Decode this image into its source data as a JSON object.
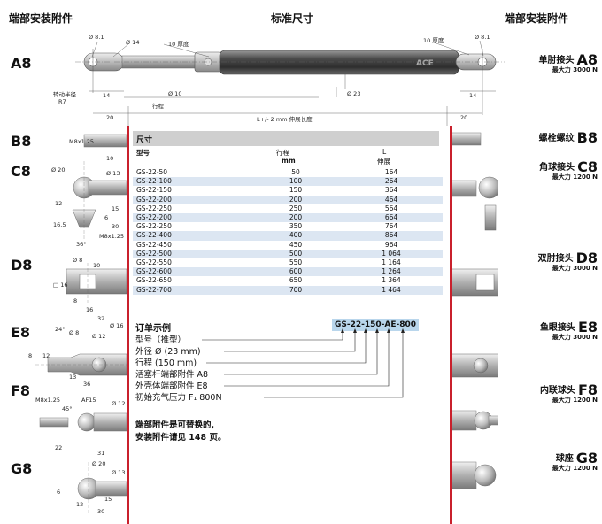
{
  "headers": {
    "left": "端部安装附件",
    "center": "标准尺寸",
    "right": "端部安装附件"
  },
  "left_codes": [
    "A8",
    "B8",
    "C8",
    "D8",
    "E8",
    "F8",
    "G8"
  ],
  "right_items": [
    {
      "name": "单肘接头",
      "code": "A8",
      "force": "最大力 3000 N"
    },
    {
      "name": "螺栓螺纹",
      "code": "B8",
      "force": ""
    },
    {
      "name": "角球接头",
      "code": "C8",
      "force": "最大力 1200 N"
    },
    {
      "name": "双肘接头",
      "code": "D8",
      "force": "最大力 3000 N"
    },
    {
      "name": "鱼眼接头",
      "code": "E8",
      "force": "最大力 3000 N"
    },
    {
      "name": "内联球头",
      "code": "F8",
      "force": "最大力 1200 N"
    },
    {
      "name": "球座",
      "code": "G8",
      "force": "最大力 1200 N"
    }
  ],
  "top_drawing": {
    "d_8_1_left": "Ø 8.1",
    "d_14": "Ø 14",
    "thick_left": "10 厚度",
    "thick_right": "10 厚度",
    "d_8_1_right": "Ø 8.1",
    "pivot": "转动半径",
    "r7": "R7",
    "dim_14_left": "14",
    "d_10": "Ø 10",
    "stroke": "行程",
    "d_23": "Ø 23",
    "dim_14_right": "14",
    "dim_20_left": "20",
    "length": "L+/- 2 mm 伸展长度",
    "dim_20_right": "20",
    "brand": "ACE"
  },
  "side_dims": {
    "b8": {
      "thread": "M8x1.25",
      "len": "10"
    },
    "c8": {
      "d20": "Ø 20",
      "d13": "Ø 13",
      "a": "12",
      "b": "15",
      "c": "16.5",
      "d": "30",
      "e": "36°",
      "f": "M8x1.25",
      "g": "6"
    },
    "d8": {
      "d8": "Ø 8",
      "sq": "□ 16",
      "a": "8",
      "b": "16",
      "c": "10",
      "d": "32"
    },
    "e8": {
      "ang": "24°",
      "d8": "Ø 8",
      "d12": "Ø 12",
      "d16": "Ø 16",
      "a": "8",
      "b": "12",
      "c": "13",
      "d": "36"
    },
    "f8": {
      "thread": "M8x1.25",
      "ang": "45°",
      "af": "AF15",
      "d12": "Ø 12",
      "a": "22",
      "b": "31"
    },
    "g8": {
      "d20": "Ø 20",
      "d13": "Ø 13",
      "a": "6",
      "b": "12",
      "c": "15",
      "d": "30"
    }
  },
  "table": {
    "title": "尺寸",
    "col_model": "型号",
    "col_stroke": "行程",
    "col_stroke_unit": "mm",
    "col_len": "L",
    "col_len_sub": "伸展",
    "rows": [
      [
        "GS-22-50",
        "50",
        "164"
      ],
      [
        "GS-22-100",
        "100",
        "264"
      ],
      [
        "GS-22-150",
        "150",
        "364"
      ],
      [
        "GS-22-200",
        "200",
        "464"
      ],
      [
        "GS-22-250",
        "250",
        "564"
      ],
      [
        "GS-22-200",
        "200",
        "664"
      ],
      [
        "GS-22-250",
        "350",
        "764"
      ],
      [
        "GS-22-400",
        "400",
        "864"
      ],
      [
        "GS-22-450",
        "450",
        "964"
      ],
      [
        "GS-22-500",
        "500",
        "1 064"
      ],
      [
        "GS-22-550",
        "550",
        "1 164"
      ],
      [
        "GS-22-600",
        "600",
        "1 264"
      ],
      [
        "GS-22-650",
        "650",
        "1 364"
      ],
      [
        "GS-22-700",
        "700",
        "1 464"
      ]
    ]
  },
  "order": {
    "title": "订单示例",
    "code": "GS-22-150-AE-800",
    "lines": [
      "型号（推型）",
      "外径 Ø (23 mm)",
      "行程 (150 mm)",
      "活塞杆端部附件 A8",
      "外壳体端部附件 E8",
      "初始充气压力 F₁ 800N"
    ]
  },
  "note": {
    "line1": "端部附件是可替换的,",
    "line2": "安装附件请见 148 页。"
  },
  "colors": {
    "accent_red": "#c9202c",
    "row_blue": "#dce6f2",
    "code_blue": "#b9d6ec",
    "header_grey": "#cfcfcf"
  }
}
